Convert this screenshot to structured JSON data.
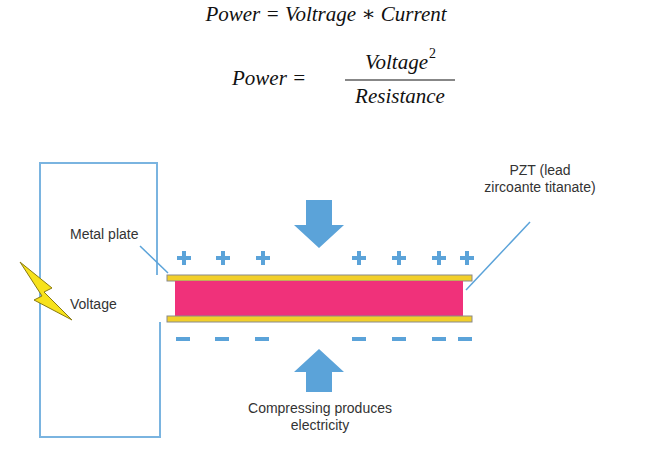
{
  "diagram": {
    "labels": [
      "Power = Voltrage ∗ Current",
      "Power =",
      "Voltage",
      "2",
      "Resistance",
      "Metal plate",
      "Voltage",
      "PZT (lead zircoante titanate)",
      "Compressing produces electricity"
    ]
  }
}
